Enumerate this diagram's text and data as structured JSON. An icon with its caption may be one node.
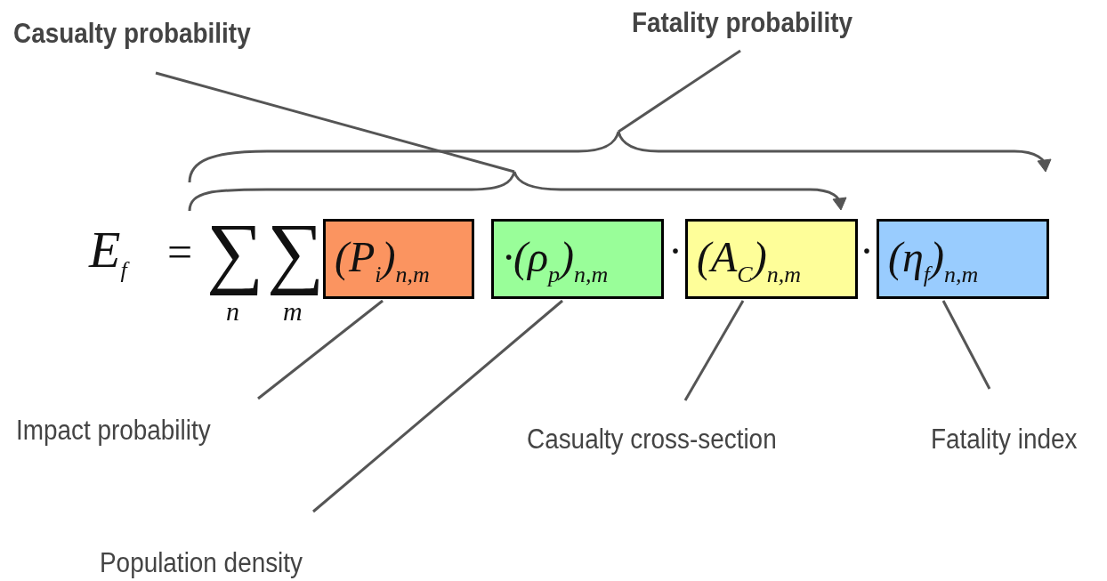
{
  "diagram": {
    "nodes": [
      {
        "text": [
          "Casualty probability"
        ]
      },
      {
        "text": [
          "Fatality probability"
        ]
      },
      {
        "text": [
          "(P$_{i}$)$_{n,m}$"
        ]
      },
      {
        "text": [
          "·(ρ$_{p}$)$_{n,m}$"
        ]
      },
      {
        "text": [
          "(A$_{C}$)$_{n,m}$"
        ]
      },
      {
        "text": [
          "(η$_{f}$)$_{n,m}$"
        ]
      },
      {
        "text": [
          "Impact probability"
        ]
      },
      {
        "text": [
          "Population density"
        ]
      },
      {
        "text": [
          "Casualty cross-section"
        ]
      },
      {
        "text": [
          "Fatality index"
        ]
      },
      {
        "text": [],
        "shape": "brace"
      },
      {
        "text": [],
        "shape": "brace"
      }
    ],
    "edges": [
      {
        "from": 0,
        "to": 10,
        "arrow": "none"
      },
      {
        "from": 1,
        "to": 11,
        "arrow": "none"
      },
      {
        "from": 6,
        "to": 2,
        "arrow": "none"
      },
      {
        "from": 7,
        "to": 3,
        "arrow": "none"
      },
      {
        "from": 8,
        "to": 4,
        "arrow": "none"
      },
      {
        "from": 9,
        "to": 5,
        "arrow": "none"
      }
    ],
    "labels": [
      "E$_{f}$",
      "=",
      "∑",
      "n",
      "∑",
      "m",
      "·",
      "·"
    ]
  }
}
